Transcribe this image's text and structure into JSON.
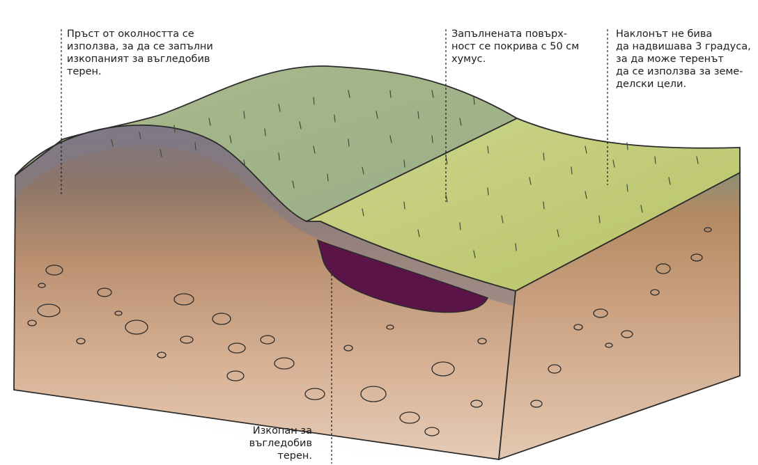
{
  "annotations": {
    "soil_fill": "Пръст от околността се\nизползва, за да се запълни\nизкопаният за въгледобив\nтерен.",
    "humus_cover": "Запълнената повърх-\nност се покрива с 50 см\nхумус.",
    "slope_limit": "Наклонът не бива\nда надвишава 3 градуса,\nза да може теренът\nда се използва за земе-\nделски цели.",
    "excavated_pit": "Изкопан за\nвъгледобив\nтерен."
  },
  "colors": {
    "grass_light": "#b9cb8a",
    "grass_dark": "#9bb083",
    "grass_yellow": "#c4cb71",
    "soil_top": "#8a7e80",
    "soil_mid": "#c29a7b",
    "soil_deep": "#d9b79e",
    "coal_pit": "#5a1447",
    "outline": "#2b2b2b"
  }
}
